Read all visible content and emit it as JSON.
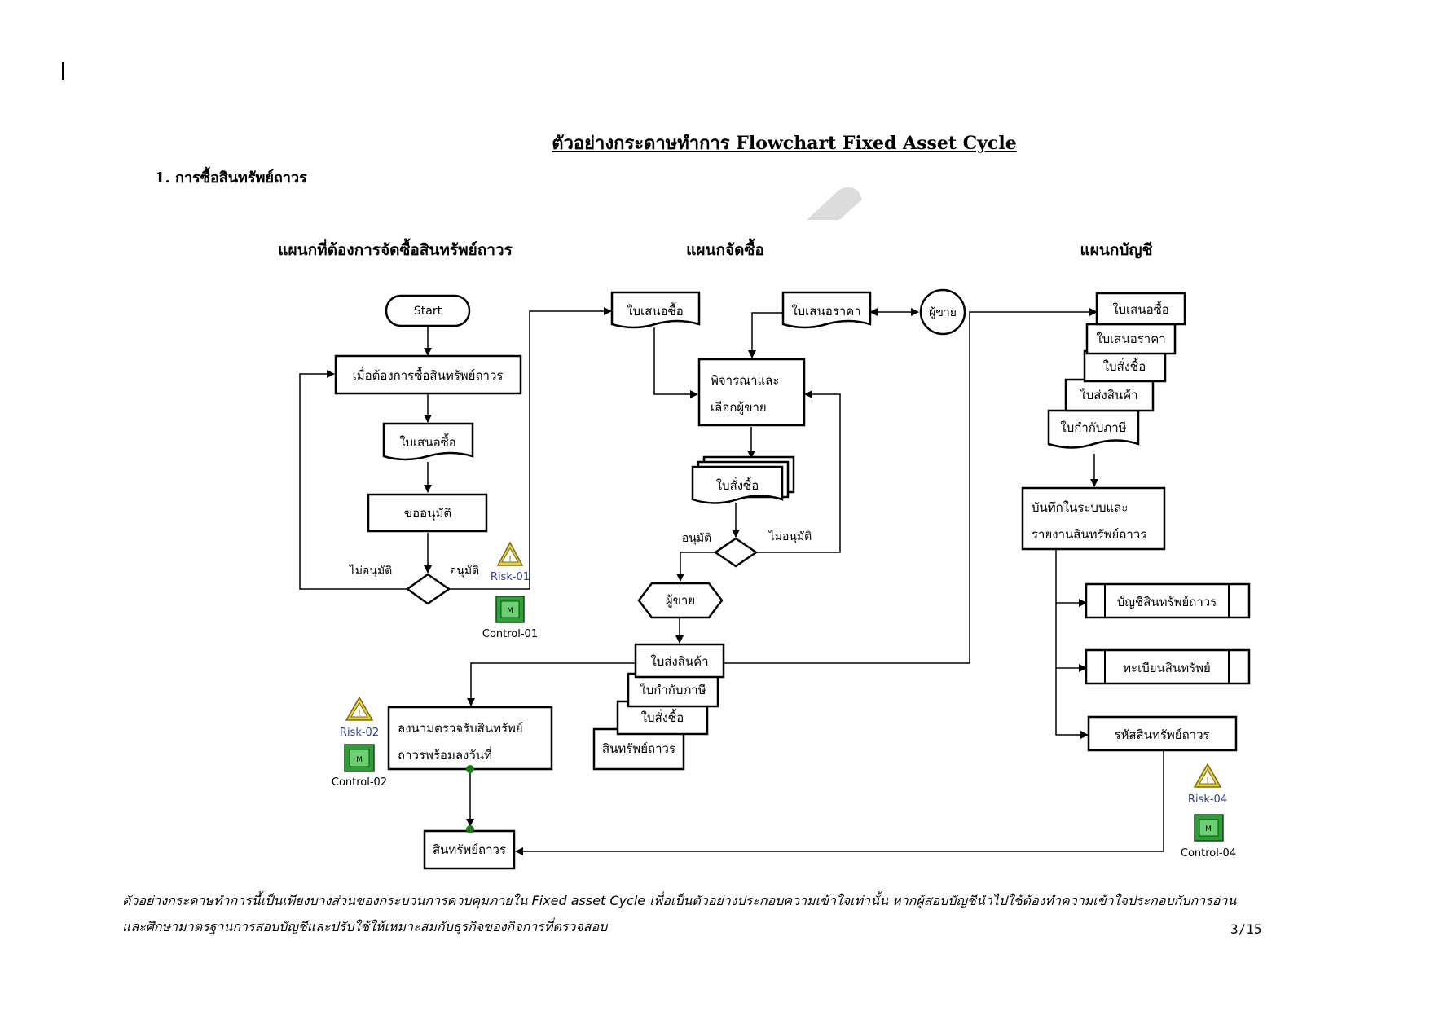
{
  "page": {
    "title": "ตัวอย่างกระดาษทำการ Flowchart Fixed Asset Cycle",
    "section_heading": "1.  การซื้อสินทรัพย์ถาวร",
    "footer_line1": "ตัวอย่างกระดาษทำการนี้เป็นเพียงบางส่วนของกระบวนการควบคุมภายใน Fixed asset Cycle เพื่อเป็นตัวอย่างประกอบความเข้าใจเท่านั้น หากผู้สอบบัญชีนำไปใช้ต้องทำความเข้าใจประกอบกับการอ่าน",
    "footer_line2": "และศึกษามาตรฐานการสอบบัญชีและปรับใช้ให้เหมาะสมกับธุรกิจของกิจการที่ตรวจสอบ",
    "page_number": "3/15"
  },
  "lanes": {
    "requesting": "แผนกที่ต้องการจัดซื้อสินทรัพย์ถาวร",
    "purchasing": "แผนกจัดซื้อ",
    "accounting": "แผนกบัญชี"
  },
  "requesting_lane": {
    "start": "Start",
    "need_purchase": "เมื่อต้องการซื้อสินทรัพย์ถาวร",
    "purchase_request_doc": "ใบเสนอซื้อ",
    "ask_approval": "ขออนุมัติ",
    "not_approved": "ไม่อนุมัติ",
    "approved": "อนุมัติ",
    "sign_receive_line1": "ลงนามตรวจรับสินทรัพย์",
    "sign_receive_line2": "ถาวรพร้อมลงวันที่",
    "fixed_asset_box": "สินทรัพย์ถาวร"
  },
  "purchasing_lane": {
    "purchase_request_doc": "ใบเสนอซื้อ",
    "quotation_doc": "ใบเสนอราคา",
    "vendor_connector": "ผู้ขาย",
    "consider_line1": "พิจารณาและ",
    "consider_line2": "เลือกผู้ขาย",
    "purchase_order_doc": "ใบสั่งซื้อ",
    "approved": "อนุมัติ",
    "not_approved": "ไม่อนุมัติ",
    "vendor_hexagon": "ผู้ขาย",
    "delivery_note": "ใบส่งสินค้า",
    "tax_invoice": "ใบกำกับภาษี",
    "purchase_order_copy": "ใบสั่งซื้อ",
    "fixed_asset_stack": "สินทรัพย์ถาวร"
  },
  "accounting_lane": {
    "stack_docs": [
      "ใบเสนอซื้อ",
      "ใบเสนอราคา",
      "ใบสั่งซื้อ",
      "ใบส่งสินค้า",
      "ใบกำกับภาษี"
    ],
    "record_line1": "บันทึกในระบบและ",
    "record_line2": "รายงานสินทรัพย์ถาวร",
    "fa_account": "บัญชีสินทรัพย์ถาวร",
    "fa_register": "ทะเบียนสินทรัพย์",
    "fa_code": "รหัสสินทรัพย์ถาวร"
  },
  "markers": {
    "risk_01": "Risk-01",
    "control_01": "Control-01",
    "risk_02": "Risk-02",
    "control_02": "Control-02",
    "risk_04": "Risk-04",
    "control_04": "Control-04",
    "control_letter": "M",
    "risk_icon": "warning-triangle-icon",
    "control_icon": "control-square-icon"
  },
  "colors": {
    "risk_yellow": "#e8d24a",
    "control_green": "#2f9e3a",
    "marker_label_blue": "#2c3e8c",
    "dot_green": "#1a7a1a"
  }
}
